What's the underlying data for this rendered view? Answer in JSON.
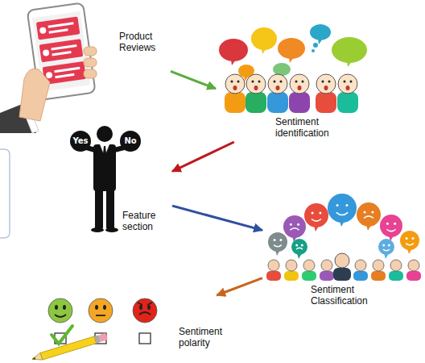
{
  "diagram": {
    "nodes": [
      {
        "text": [
          "Product Reviews"
        ]
      },
      {
        "text": [
          "Sentiment identification"
        ]
      },
      {
        "text": [
          "Feature section"
        ]
      },
      {
        "text": [
          "Sentiment Classification"
        ]
      },
      {
        "text": [
          "Sentiment polarity"
        ]
      }
    ],
    "edges": [
      {
        "from": 0,
        "to": 1,
        "arrow": "to"
      },
      {
        "from": 1,
        "to": 2,
        "arrow": "to"
      },
      {
        "from": 2,
        "to": 3,
        "arrow": "to"
      },
      {
        "from": 3,
        "to": 4,
        "arrow": "to"
      }
    ],
    "labels": [
      "Yes",
      "No"
    ]
  }
}
